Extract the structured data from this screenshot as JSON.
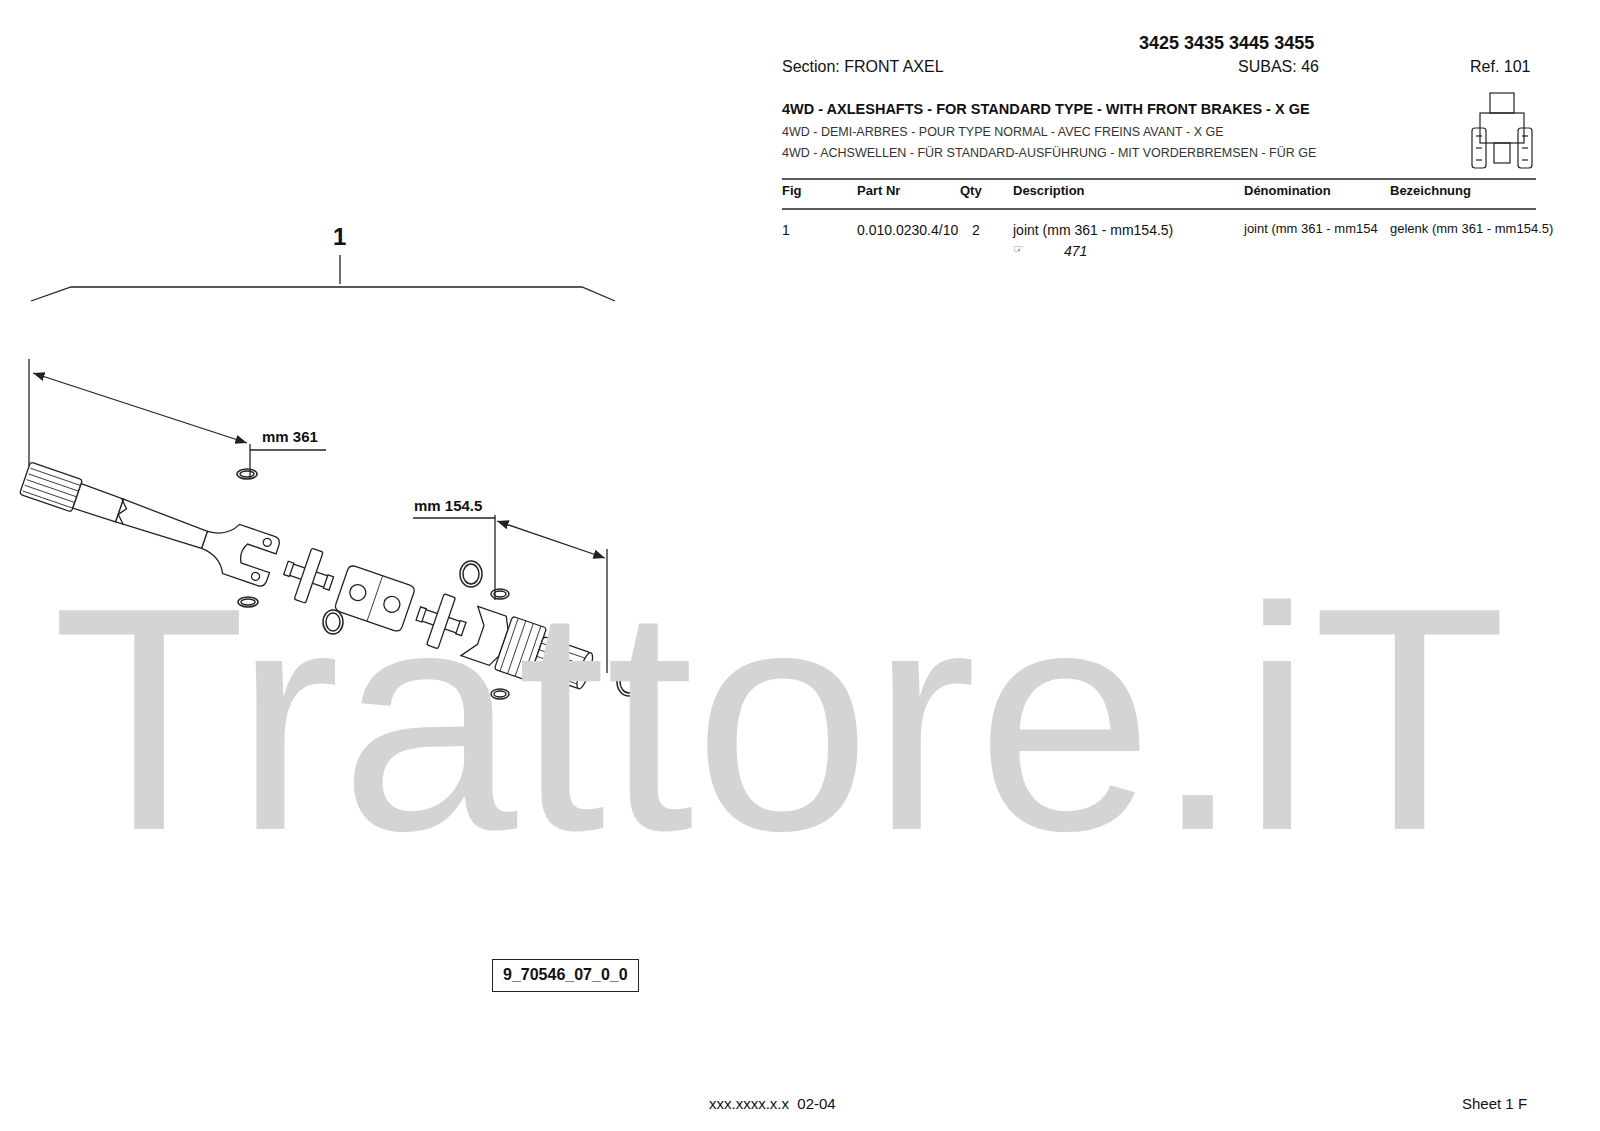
{
  "diagram": {
    "title": "4WD - AXLESHAFTS - FOR STANDARD TYPE - WITH FRONT BRAKES - X GE",
    "nodes": [
      {
        "text": [
          "9_70546_07_0_0"
        ]
      }
    ],
    "labels": [
      "3425 3435 3445 3455",
      "Section: FRONT AXEL",
      "SUBAS: 46",
      "Ref. 101",
      "4WD - DEMI-ARBRES - POUR TYPE NORMAL - AVEC FREINS AVANT - X GE",
      "4WD - ACHSWELLEN - FÜR STANDARD-AUSFÜHRUNG - MIT VORDERBREMSEN - FÜR GE",
      "Fig",
      "Part Nr",
      "Qty",
      "Description",
      "Dénomination",
      "Bezeichnung",
      "1",
      "0.010.0230.4/10",
      "2",
      "joint (mm 361 - mm154.5)",
      "☞",
      "471",
      "joint (mm 361 - mm154",
      "gelenk (mm 361 - mm154.5)",
      "1",
      "mm 361",
      "mm 154.5",
      "Trattore.iT",
      "xxx.xxxx.x.x  02-04",
      "Sheet 1 F"
    ]
  }
}
